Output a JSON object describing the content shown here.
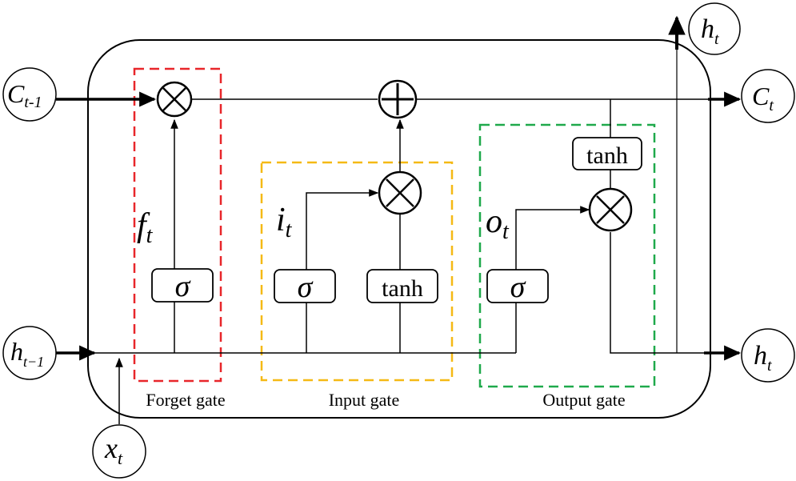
{
  "colors": {
    "forget": "#e8262a",
    "input": "#f5b915",
    "output": "#1fa94b",
    "ink": "#000000"
  },
  "gates": {
    "forget": {
      "label": "Forget gate",
      "activation": "σ",
      "gate_output": "f",
      "gate_output_sub": "t"
    },
    "input": {
      "label": "Input gate",
      "activation": "σ",
      "candidate": "tanh",
      "gate_output": "i",
      "gate_output_sub": "t"
    },
    "output": {
      "label": "Output gate",
      "activation": "σ",
      "cell_activation": "tanh",
      "gate_output": "o",
      "gate_output_sub": "t"
    }
  },
  "nodes": {
    "c_prev": {
      "main": "C",
      "sub": "t-1"
    },
    "h_prev": {
      "main": "h",
      "sub": "t−1"
    },
    "x_t": {
      "main": "x",
      "sub": "t"
    },
    "c_next": {
      "main": "C",
      "sub": "t"
    },
    "h_next": {
      "main": "h",
      "sub": "t"
    },
    "h_top": {
      "main": "h",
      "sub": "t"
    }
  },
  "operators": {
    "multiply_icon": "circle-times-icon",
    "add_icon": "circle-plus-icon"
  }
}
